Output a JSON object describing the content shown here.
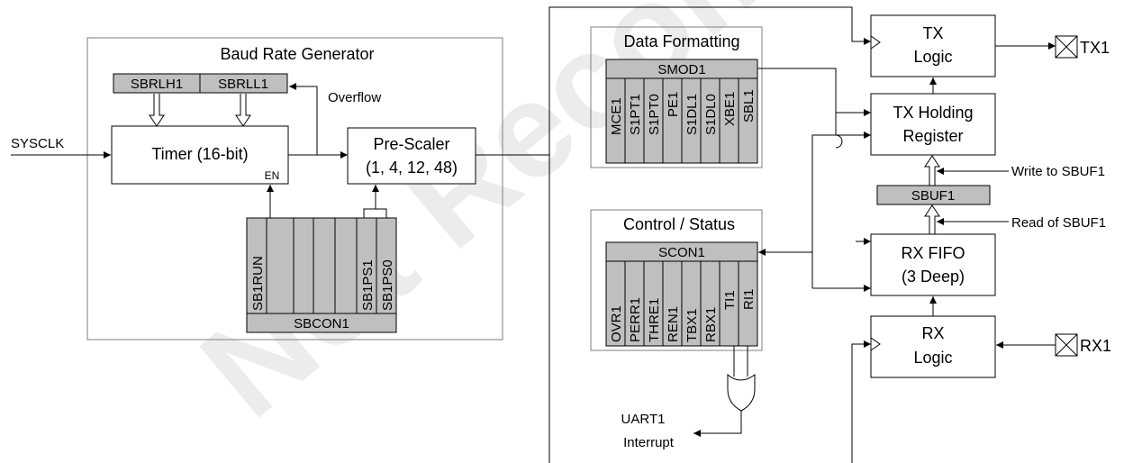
{
  "colors": {
    "register_fill": "#bfbfbf",
    "line": "#000000",
    "frame": "#7f7f7f"
  },
  "baud": {
    "title": "Baud Rate Generator",
    "regs": [
      "SBRLH1",
      "SBRLL1"
    ],
    "overflow": "Overflow",
    "sysclk": "SYSCLK",
    "timer": "Timer (16-bit)",
    "en": "EN",
    "prescaler_l1": "Pre-Scaler",
    "prescaler_l2": "(1, 4, 12, 48)",
    "sbcon_bits": [
      "SB1RUN",
      "",
      "",
      "",
      "",
      "SB1PS1",
      "SB1PS0"
    ],
    "sbcon": "SBCON1"
  },
  "fmt": {
    "title": "Data Formatting",
    "reg": "SMOD1",
    "bits": [
      "MCE1",
      "S1PT1",
      "S1PT0",
      "PE1",
      "S1DL1",
      "S1DL0",
      "XBE1",
      "SBL1"
    ]
  },
  "ctrl": {
    "title": "Control / Status",
    "reg": "SCON1",
    "bits": [
      "OVR1",
      "PERR1",
      "THRE1",
      "REN1",
      "TBX1",
      "RBX1",
      "TI1",
      "RI1"
    ]
  },
  "tx": {
    "logic_l1": "TX",
    "logic_l2": "Logic",
    "hold_l1": "TX Holding",
    "hold_l2": "Register",
    "pin": "TX1"
  },
  "sbuf": {
    "reg": "SBUF1",
    "write": "Write to SBUF1",
    "read": "Read of SBUF1"
  },
  "rx": {
    "fifo_l1": "RX FIFO",
    "fifo_l2": "(3 Deep)",
    "logic_l1": "RX",
    "logic_l2": "Logic",
    "pin": "RX1"
  },
  "irq": {
    "l1": "UART1",
    "l2": "Interrupt"
  },
  "watermark": "Not Recommended for New Designs"
}
